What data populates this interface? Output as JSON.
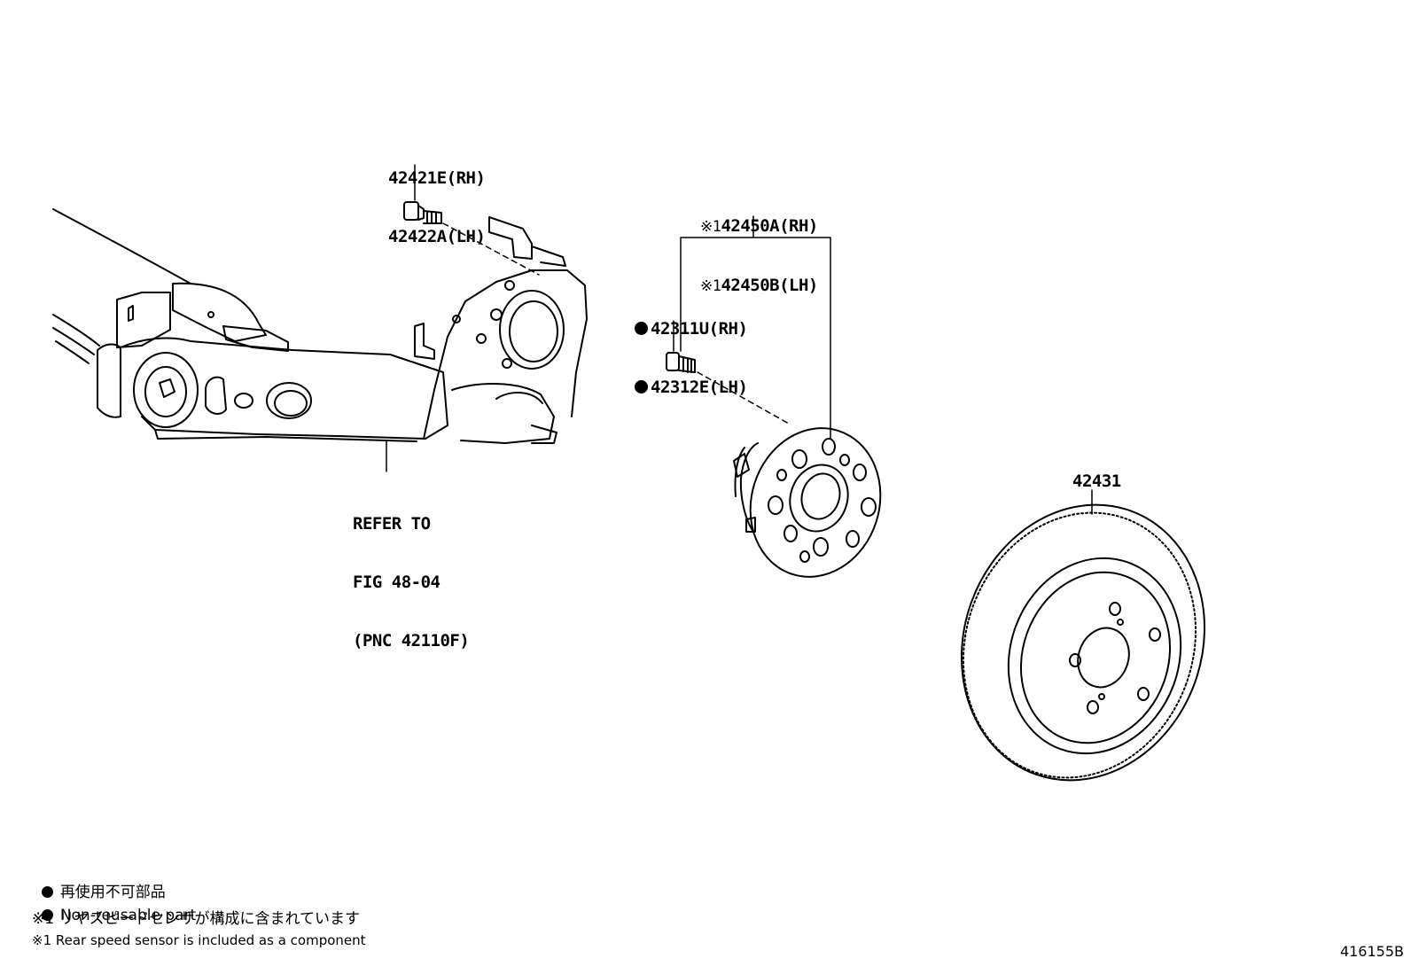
{
  "callouts": {
    "bolt_top": [
      "42421E(RH)",
      "42422A(LH)"
    ],
    "hub_assembly": {
      "mark": "※1",
      "lines": [
        "42450A(RH)",
        "42450B(LH)"
      ]
    },
    "hub_bolt": [
      "42311U(RH)",
      "42312E(LH)"
    ],
    "rotor": "42431",
    "refer": [
      "REFER TO",
      "FIG 48-04",
      "(PNC 42110F)"
    ]
  },
  "legend": {
    "nonreusable_jp": "再使用不可部品",
    "nonreusable_en": "Non-reusable part",
    "note_jp": "※1 リヤスピードセンサが構成に含まれています",
    "note_en": "※1 Rear speed sensor is included as a component"
  },
  "figure_number": "416155B",
  "icons": {
    "non_reusable": "filled-circle-bullet"
  }
}
